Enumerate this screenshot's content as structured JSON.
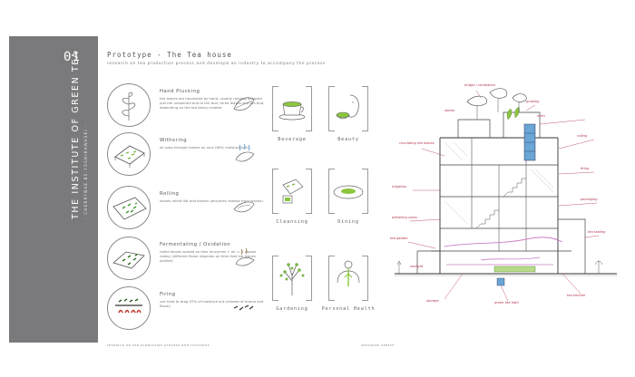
{
  "sidebar": {
    "number": "01",
    "title": "THE INSTITUTE OF GREEN TEA",
    "subtitle": "- CHERRYBAE.BS.YOSHIKAWASEI -"
  },
  "header": {
    "title": "Prototype - The Tea house",
    "subtitle": "research on tea production process and develope an industry to accompany the process"
  },
  "steps": [
    {
      "title": "Hand Plucking",
      "desc": "the leaves are harvested by hand, usually ranging between just the unopened bud to the bud, three leaves and the bud, depending on the tea being created"
    },
    {
      "title": "Withering",
      "desc": "air pass through leaves on rack (60% moisture out)"
    },
    {
      "title": "Rolling",
      "desc": "leaves rolled flat and broken (enzymes release from leaves)"
    },
    {
      "title": "Fermentating / Oxidation",
      "desc": "rolled leaves spread on tiles (enzymes + air <-> copper notes) (different flavor depends on time that tea leaves oxidize)"
    },
    {
      "title": "Firing",
      "desc": "use heat to drag 97% of moisture out (release of aroma and flavor)"
    }
  ],
  "usages": [
    {
      "label": "Beverage"
    },
    {
      "label": "Beauty"
    },
    {
      "label": "Cleansing"
    },
    {
      "label": "Dining"
    },
    {
      "label": "Gardening"
    },
    {
      "label": "Personal Health"
    }
  ],
  "annotations": [
    "bridge / ventilation",
    "circulating tea leaves",
    "irrigation",
    "withering racks",
    "tea garden",
    "oven",
    "rolling",
    "firing",
    "packaging",
    "tea tasting",
    "storage",
    "green tea bath",
    "tea kitchen",
    "growing",
    "sunlight",
    "steam"
  ],
  "footer": {
    "left": "research on tea production process and functions",
    "right": "sectional sketch"
  },
  "colors": {
    "sidebar": "#7a7a7c",
    "accent_green": "#8cc63f",
    "annotation": "#b0304a",
    "tower_blue": "#6aa6d6"
  }
}
